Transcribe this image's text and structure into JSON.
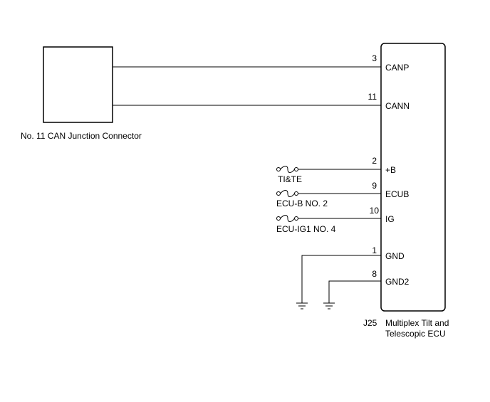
{
  "junction_connector": {
    "label": "No. 11 CAN Junction Connector"
  },
  "ecu": {
    "code": "J25",
    "name_line1": "Multiplex Tilt and",
    "name_line2": "Telescopic ECU"
  },
  "pins": [
    {
      "number": "3",
      "signal": "CANP"
    },
    {
      "number": "11",
      "signal": "CANN"
    },
    {
      "number": "2",
      "signal": "+B",
      "fuse": "TI&TE"
    },
    {
      "number": "9",
      "signal": "ECUB",
      "fuse": "ECU-B NO. 2"
    },
    {
      "number": "10",
      "signal": "IG",
      "fuse": "ECU-IG1 NO. 4"
    },
    {
      "number": "1",
      "signal": "GND"
    },
    {
      "number": "8",
      "signal": "GND2"
    }
  ]
}
